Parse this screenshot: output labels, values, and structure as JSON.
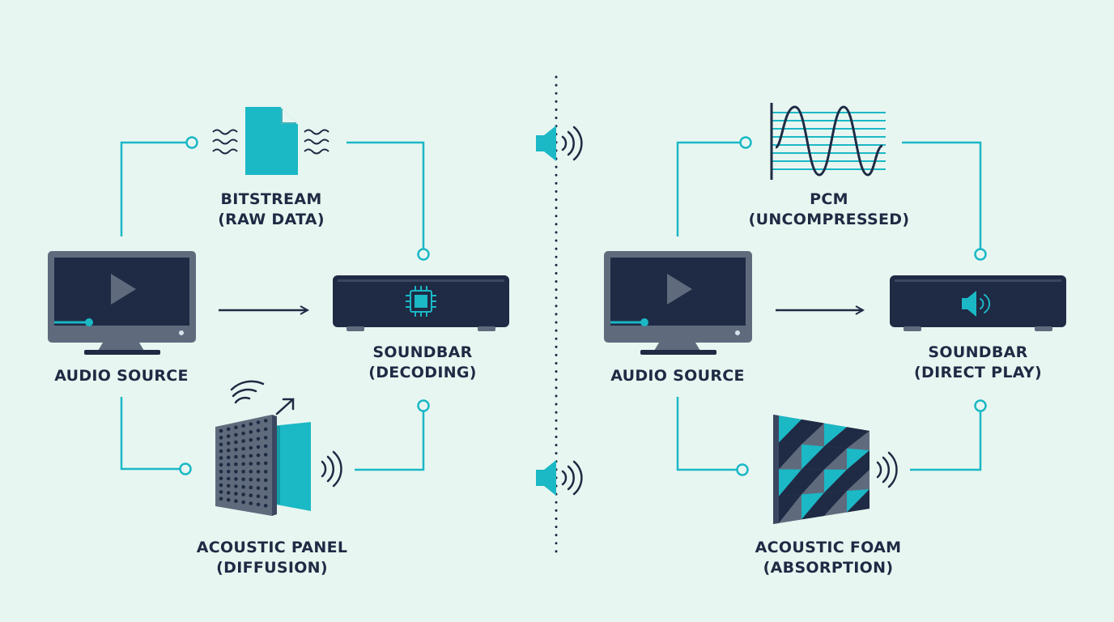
{
  "colors": {
    "background": "#e8f6f1",
    "accent": "#1bb8c6",
    "navy": "#1f2a44",
    "slate": "#5f6b7d"
  },
  "left_panel": {
    "top_node": {
      "line1": "BITSTREAM",
      "line2": "(RAW DATA)",
      "icon": "file-icon"
    },
    "source_node": {
      "line1": "AUDIO SOURCE",
      "icon": "tv-icon"
    },
    "soundbar_node": {
      "line1": "SOUNDBAR",
      "line2": "(DECODING)",
      "icon": "chip-icon"
    },
    "bottom_node": {
      "line1": "ACOUSTIC PANEL",
      "line2": "(DIFFUSION)",
      "icon": "acoustic-panel-icon"
    }
  },
  "right_panel": {
    "top_node": {
      "line1": "PCM",
      "line2": "(UNCOMPRESSED)",
      "icon": "waveform-icon"
    },
    "source_node": {
      "line1": "AUDIO SOURCE",
      "icon": "tv-icon"
    },
    "soundbar_node": {
      "line1": "SOUNDBAR",
      "line2": "(DIRECT PLAY)",
      "icon": "speaker-icon"
    },
    "bottom_node": {
      "line1": "ACOUSTIC FOAM",
      "line2": "(ABSORPTION)",
      "icon": "acoustic-foam-icon"
    }
  },
  "divider": {
    "icons": [
      "speaker-icon",
      "speaker-icon"
    ]
  }
}
